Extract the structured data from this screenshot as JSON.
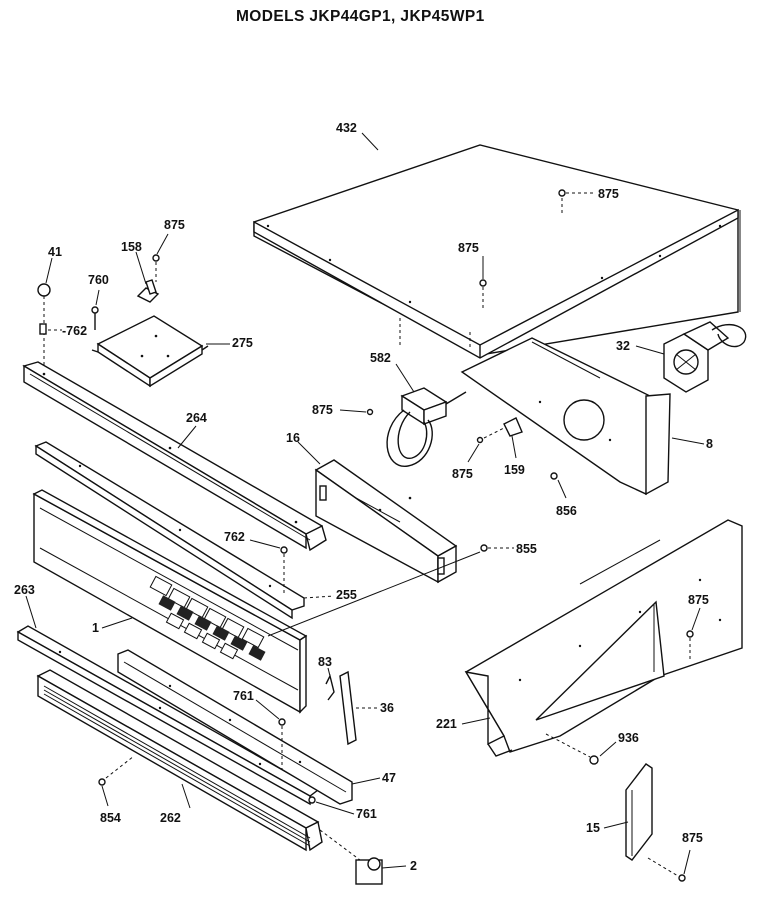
{
  "title": "MODELS JKP44GP1, JKP45WP1",
  "labels": {
    "l432": "432",
    "l875_top": "875",
    "l875_mid": "875",
    "l875_bracket": "875",
    "l41": "41",
    "l158": "158",
    "l760": "760",
    "l762_left": "-762",
    "l275": "275",
    "l32": "32",
    "l582": "582",
    "l875_left": "875",
    "l264": "264",
    "l16": "16",
    "l875_low": "875",
    "l159": "159",
    "l8": "8",
    "l856": "856",
    "l762_mid": "762",
    "l855": "855",
    "l263": "263",
    "l255": "255",
    "l1": "1",
    "l875_right": "875",
    "l83": "83",
    "l36": "36",
    "l761_top": "761",
    "l221": "221",
    "l936": "936",
    "l47": "47",
    "l761_bottom": "761",
    "l854": "854",
    "l262": "262",
    "l15": "15",
    "l875_bottom": "875",
    "l2": "2"
  }
}
